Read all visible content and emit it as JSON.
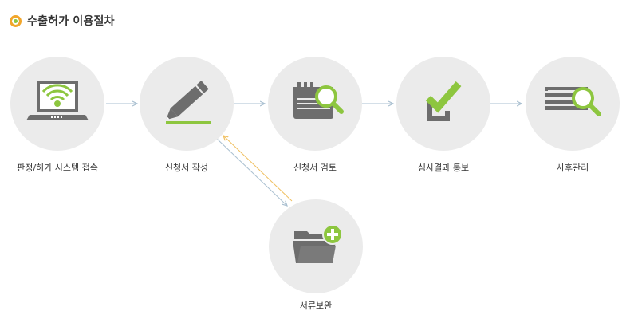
{
  "header": {
    "title": "수출허가 이용절차"
  },
  "steps": [
    {
      "label": "판정/허가 시스템 접속",
      "icon": "laptop-wifi-icon"
    },
    {
      "label": "신청서 작성",
      "icon": "pencil-icon"
    },
    {
      "label": "신청서 검토",
      "icon": "notepad-magnifier-icon"
    },
    {
      "label": "심사결과 통보",
      "icon": "checkbox-check-icon"
    },
    {
      "label": "사후관리",
      "icon": "documents-magnifier-icon"
    },
    {
      "label": "서류보완",
      "icon": "folder-add-icon"
    }
  ],
  "colors": {
    "circle": "#ebebeb",
    "icon": "#6d6d6d",
    "accent": "#8dc63f",
    "arrow": "#a9bfd0",
    "return_arrow": "#f5c96a"
  }
}
